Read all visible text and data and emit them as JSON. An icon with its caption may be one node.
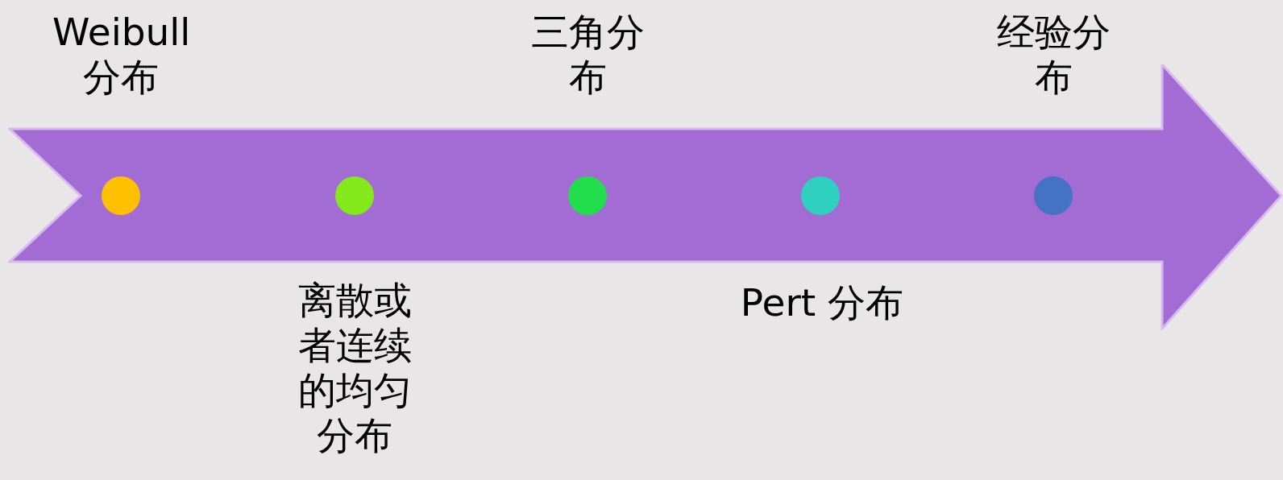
{
  "diagram": {
    "nodes": [
      {
        "text": [],
        "shape": "arrow"
      },
      {
        "text": [],
        "shape": "circle",
        "in": 0,
        "beside": [
          "Weibull 分布"
        ]
      },
      {
        "text": [],
        "shape": "circle",
        "in": 0,
        "beside": [
          "离散或者连续的均匀分布"
        ]
      },
      {
        "text": [],
        "shape": "circle",
        "in": 0,
        "beside": [
          "三角分布"
        ]
      },
      {
        "text": [],
        "shape": "circle",
        "in": 0,
        "beside": [
          "Pert 分布"
        ]
      },
      {
        "text": [],
        "shape": "circle",
        "in": 0,
        "beside": [
          "经验分布"
        ]
      }
    ]
  }
}
